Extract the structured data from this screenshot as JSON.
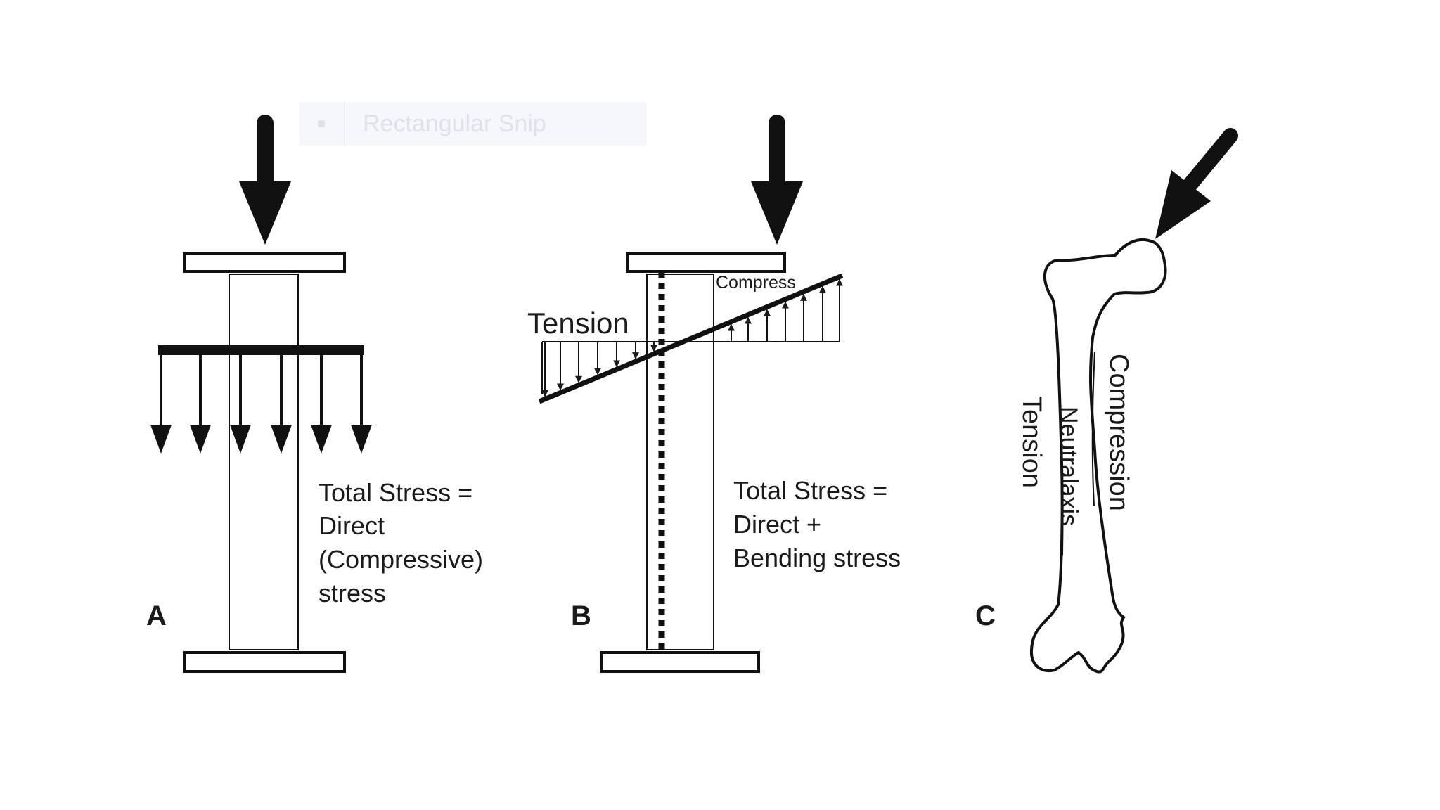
{
  "overlay": {
    "snip_label": "Rectangular Snip"
  },
  "panels": [
    {
      "id": "A",
      "label": "A",
      "caption_lines": [
        "Total  Stress  =",
        "Direct",
        "(Compressive)",
        "stress"
      ]
    },
    {
      "id": "B",
      "label": "B",
      "caption_lines": [
        "Total  Stress  =",
        "Direct  +",
        "Bending  stress"
      ],
      "tension_label": "Tension",
      "compress_label": "Compress"
    },
    {
      "id": "C",
      "label": "C",
      "tension_label": "Tension",
      "neutral_axis_label": "Neutralaxis",
      "compression_label": "Compression"
    }
  ]
}
